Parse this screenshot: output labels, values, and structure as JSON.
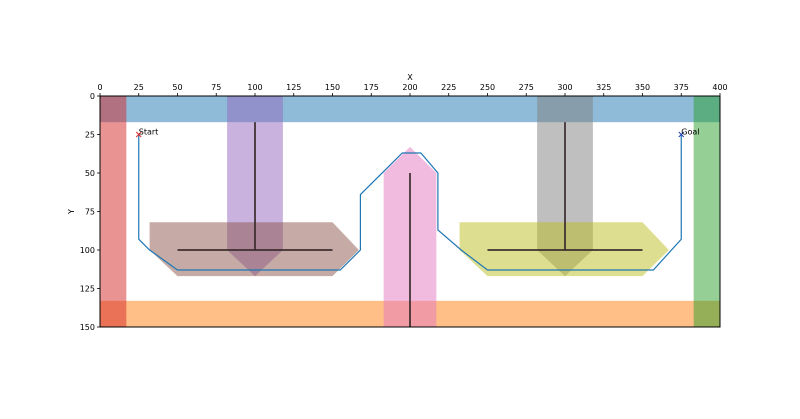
{
  "chart_data": {
    "type": "scatter",
    "title": "",
    "xlabel": "X",
    "ylabel": "Y",
    "xlim": [
      0,
      400
    ],
    "ylim": [
      150,
      0
    ],
    "y_inverted": true,
    "grid": false,
    "xticks": [
      0,
      25,
      50,
      75,
      100,
      125,
      150,
      175,
      200,
      225,
      250,
      275,
      300,
      325,
      350,
      375,
      400
    ],
    "yticks": [
      0,
      25,
      50,
      75,
      100,
      125,
      150
    ],
    "obstacles": [
      {
        "shape": "rect",
        "color": "#1f77b4",
        "opacity": 0.5,
        "x": [
          0,
          400
        ],
        "y": [
          0,
          17
        ]
      },
      {
        "shape": "rect",
        "color": "#ff7f0e",
        "opacity": 0.5,
        "x": [
          0,
          400
        ],
        "y": [
          133,
          150
        ]
      },
      {
        "shape": "rect",
        "color": "#2ca02c",
        "opacity": 0.5,
        "x": [
          383,
          400
        ],
        "y": [
          0,
          150
        ]
      },
      {
        "shape": "rect",
        "color": "#d62728",
        "opacity": 0.5,
        "x": [
          0,
          17
        ],
        "y": [
          0,
          150
        ]
      },
      {
        "shape": "polygon",
        "color": "#9467bd",
        "opacity": 0.5,
        "points": [
          [
            82,
            0
          ],
          [
            118,
            0
          ],
          [
            118,
            100
          ],
          [
            100,
            117
          ],
          [
            82,
            100
          ]
        ]
      },
      {
        "shape": "polygon",
        "color": "#8c564b",
        "opacity": 0.5,
        "points": [
          [
            32,
            82
          ],
          [
            150,
            82
          ],
          [
            167,
            100
          ],
          [
            150,
            117
          ],
          [
            50,
            117
          ],
          [
            32,
            100
          ]
        ]
      },
      {
        "shape": "polygon",
        "color": "#e377c2",
        "opacity": 0.5,
        "points": [
          [
            183,
            150
          ],
          [
            217,
            150
          ],
          [
            217,
            50
          ],
          [
            200,
            33
          ],
          [
            183,
            50
          ]
        ]
      },
      {
        "shape": "polygon",
        "color": "#7f7f7f",
        "opacity": 0.5,
        "points": [
          [
            282,
            0
          ],
          [
            318,
            0
          ],
          [
            318,
            100
          ],
          [
            300,
            117
          ],
          [
            282,
            100
          ]
        ]
      },
      {
        "shape": "polygon",
        "color": "#bcbd22",
        "opacity": 0.5,
        "points": [
          [
            232,
            82
          ],
          [
            350,
            82
          ],
          [
            367,
            100
          ],
          [
            350,
            117
          ],
          [
            250,
            117
          ],
          [
            232,
            100
          ]
        ]
      }
    ],
    "segments": [
      {
        "x": [
          100,
          100
        ],
        "y": [
          17,
          100
        ],
        "color": "#3b2b2b"
      },
      {
        "x": [
          50,
          150
        ],
        "y": [
          100,
          100
        ],
        "color": "#3b2b2b"
      },
      {
        "x": [
          200,
          200
        ],
        "y": [
          50,
          150
        ],
        "color": "#3b2b2b"
      },
      {
        "x": [
          300,
          300
        ],
        "y": [
          17,
          100
        ],
        "color": "#3b2b2b"
      },
      {
        "x": [
          250,
          350
        ],
        "y": [
          100,
          100
        ],
        "color": "#3b2b2b"
      }
    ],
    "series": [
      {
        "type": "line",
        "color": "#1f77b4",
        "x": [
          25,
          25,
          32,
          50,
          100,
          155,
          168,
          168,
          195,
          207,
          218,
          218,
          233,
          250,
          300,
          357,
          375,
          375
        ],
        "y": [
          25,
          93,
          100,
          113,
          113,
          113,
          100,
          64,
          37,
          37,
          50,
          87,
          100,
          113,
          113,
          113,
          93,
          25
        ]
      }
    ],
    "points": [
      {
        "name": "Start",
        "x": 25,
        "y": 25,
        "marker": "x",
        "color": "#d62728"
      },
      {
        "name": "Goal",
        "x": 375,
        "y": 25,
        "marker": "x",
        "color": "#1f3fb4"
      }
    ]
  }
}
